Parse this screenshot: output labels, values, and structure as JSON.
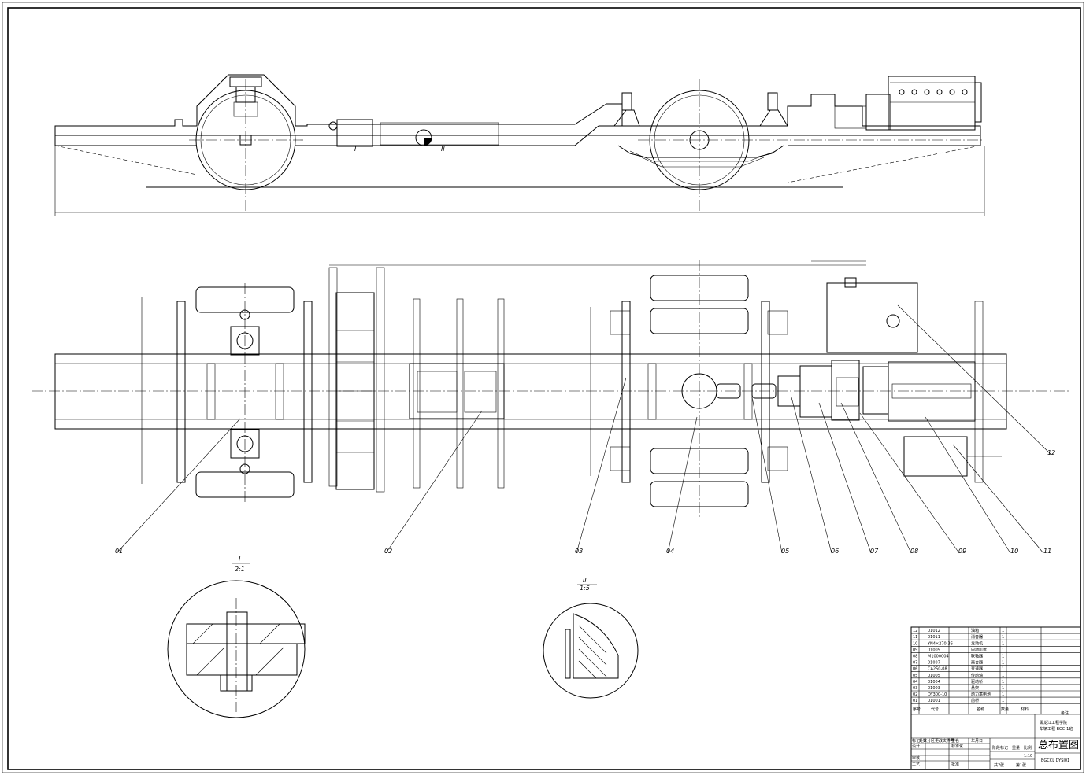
{
  "leaders": [
    "01",
    "02",
    "03",
    "04",
    "05",
    "06",
    "07",
    "08",
    "09",
    "10",
    "11",
    "12"
  ],
  "views": {
    "detail_i": {
      "mark": "I",
      "label": "I",
      "scale": "2:1"
    },
    "detail_ii": {
      "mark": "II",
      "label": "II",
      "scale": "1:5"
    }
  },
  "parts_list": [
    {
      "no": "12",
      "code": "01012",
      "name": "油箱",
      "qty": "1"
    },
    {
      "no": "11",
      "code": "01011",
      "name": "消音器",
      "qty": "1"
    },
    {
      "no": "10",
      "code": "YN4×270-36",
      "name": "发动机",
      "qty": "1"
    },
    {
      "no": "09",
      "code": "01009",
      "name": "电动机盘",
      "qty": "1"
    },
    {
      "no": "08",
      "code": "M1000004",
      "name": "联轴器",
      "qty": "1"
    },
    {
      "no": "07",
      "code": "01007",
      "name": "离合器",
      "qty": "1"
    },
    {
      "no": "06",
      "code": "CA250-08",
      "name": "变速器",
      "qty": "1"
    },
    {
      "no": "05",
      "code": "01005",
      "name": "传动轴",
      "qty": "1"
    },
    {
      "no": "04",
      "code": "01004",
      "name": "驱动桥",
      "qty": "1"
    },
    {
      "no": "03",
      "code": "01003",
      "name": "悬架",
      "qty": "1"
    },
    {
      "no": "02",
      "code": "DY300-10",
      "name": "动力蓄电池",
      "qty": "1"
    },
    {
      "no": "01",
      "code": "01001",
      "name": "前桥",
      "qty": "1"
    }
  ],
  "parts_header": {
    "no": "序号",
    "code": "代号",
    "name": "名称",
    "qty": "数量",
    "material": "材料",
    "remark": "备注"
  },
  "title_block": {
    "school": "黑龙江工程学院",
    "class": "车辆工程 BGC-1班",
    "drawing_title": "总布置图",
    "drawing_no": "BGCCL DYSJ01",
    "scale": "1:10",
    "sheet_total": "共2张",
    "sheet_no": "第1张",
    "labels": {
      "mark": "标记",
      "count": "处数",
      "zone": "分区",
      "change_doc": "更改文件号",
      "sign": "签名",
      "date": "年月日",
      "design": "设计",
      "standard": "标准化",
      "stage": "阶段标记",
      "weight": "重量",
      "ratio": "比例",
      "review": "审核",
      "process": "工艺",
      "approve": "批准"
    }
  }
}
